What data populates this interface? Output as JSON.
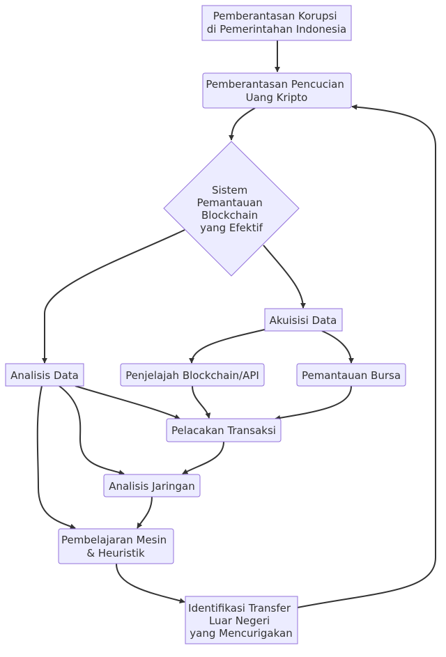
{
  "colors": {
    "node_fill": "#ECECFF",
    "node_stroke": "#9370DB",
    "edge": "#333333",
    "text": "#333333"
  },
  "nodes": {
    "korupsi": [
      "Pemberantasan Korupsi",
      "di Pemerintahan Indonesia"
    ],
    "pencucian": [
      "Pemberantasan Pencucian",
      "Uang Kripto"
    ],
    "sistem": [
      "Sistem",
      "Pemantauan",
      "Blockchain",
      "yang Efektif"
    ],
    "akuisisi": [
      "Akuisisi Data"
    ],
    "analisis_data": [
      "Analisis Data"
    ],
    "penjelajah": [
      "Penjelajah Blockchain/API"
    ],
    "bursa": [
      "Pemantauan Bursa"
    ],
    "pelacakan": [
      "Pelacakan Transaksi"
    ],
    "jaringan": [
      "Analisis Jaringan"
    ],
    "mesin": [
      "Pembelajaran Mesin",
      "& Heuristik"
    ],
    "identifikasi": [
      "Identifikasi Transfer",
      "Luar Negeri",
      "yang Mencurigakan"
    ]
  },
  "edges": [
    [
      "korupsi",
      "pencucian"
    ],
    [
      "pencucian",
      "sistem"
    ],
    [
      "sistem",
      "analisis_data"
    ],
    [
      "sistem",
      "akuisisi"
    ],
    [
      "akuisisi",
      "penjelajah"
    ],
    [
      "akuisisi",
      "bursa"
    ],
    [
      "penjelajah",
      "pelacakan"
    ],
    [
      "bursa",
      "pelacakan"
    ],
    [
      "analisis_data",
      "pelacakan"
    ],
    [
      "analisis_data",
      "jaringan"
    ],
    [
      "pelacakan",
      "jaringan"
    ],
    [
      "analisis_data",
      "mesin"
    ],
    [
      "jaringan",
      "mesin"
    ],
    [
      "mesin",
      "identifikasi"
    ],
    [
      "identifikasi",
      "pencucian"
    ]
  ]
}
